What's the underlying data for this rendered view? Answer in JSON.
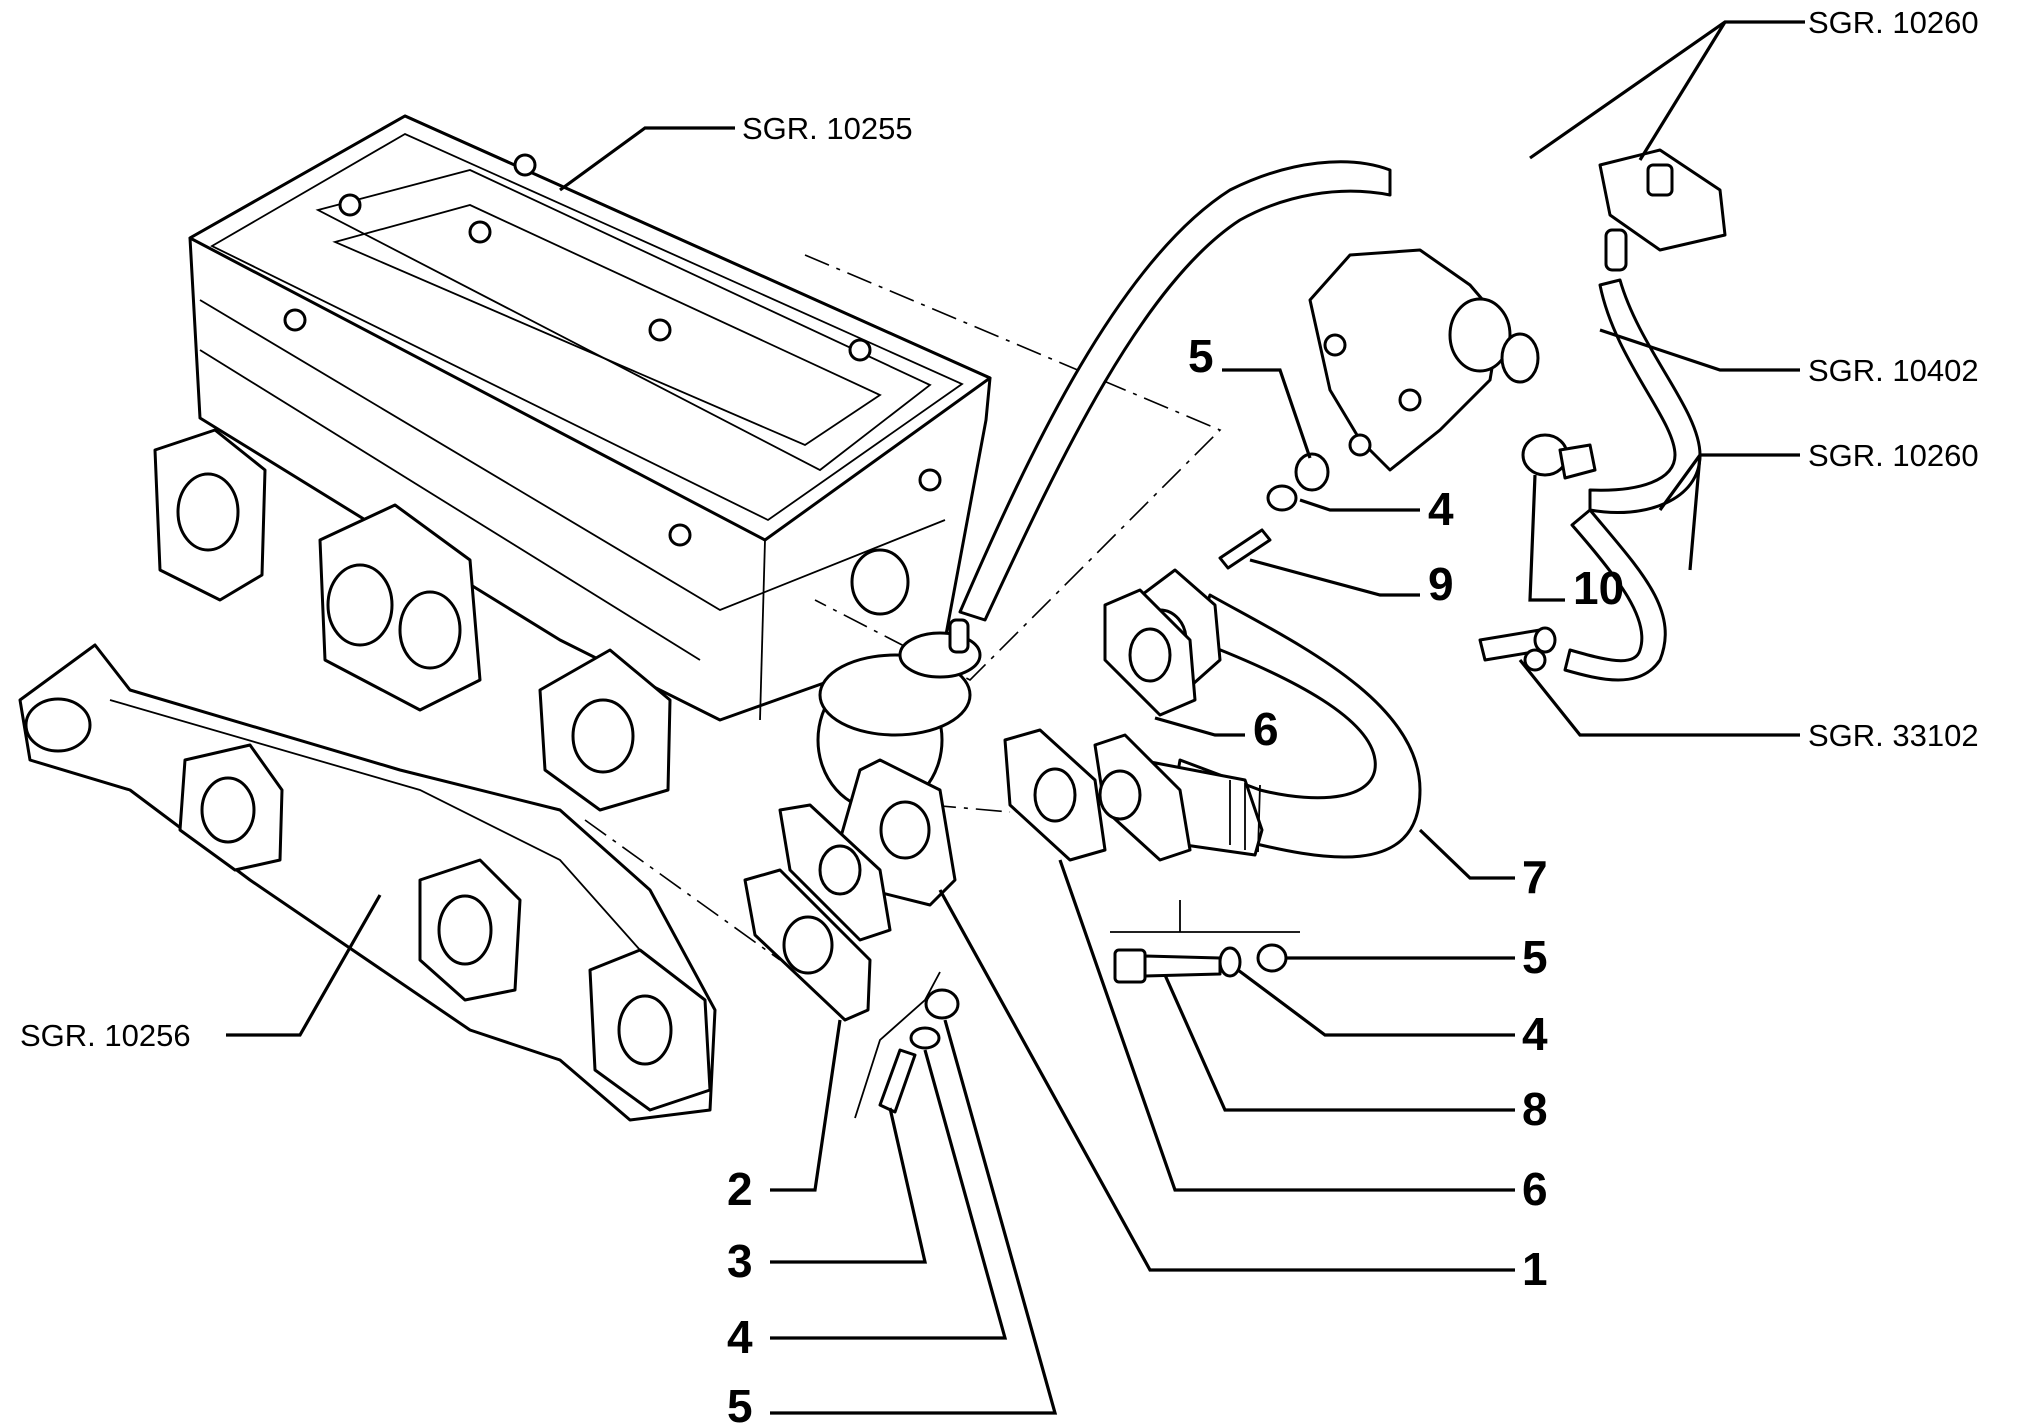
{
  "refs": {
    "sgr_10260_top": "SGR. 10260",
    "sgr_10255": "SGR. 10255",
    "sgr_10402": "SGR. 10402",
    "sgr_10260_mid": "SGR. 10260",
    "sgr_33102": "SGR. 33102",
    "sgr_10256": "SGR. 10256"
  },
  "callouts": {
    "c5_top": "5",
    "c4_top": "4",
    "c9": "9",
    "c10": "10",
    "c6_mid": "6",
    "c7": "7",
    "c5_right": "5",
    "c4_right": "4",
    "c8": "8",
    "c6_right": "6",
    "c1": "1",
    "c2": "2",
    "c3": "3",
    "c4_bottom": "4",
    "c5_bottom": "5"
  }
}
